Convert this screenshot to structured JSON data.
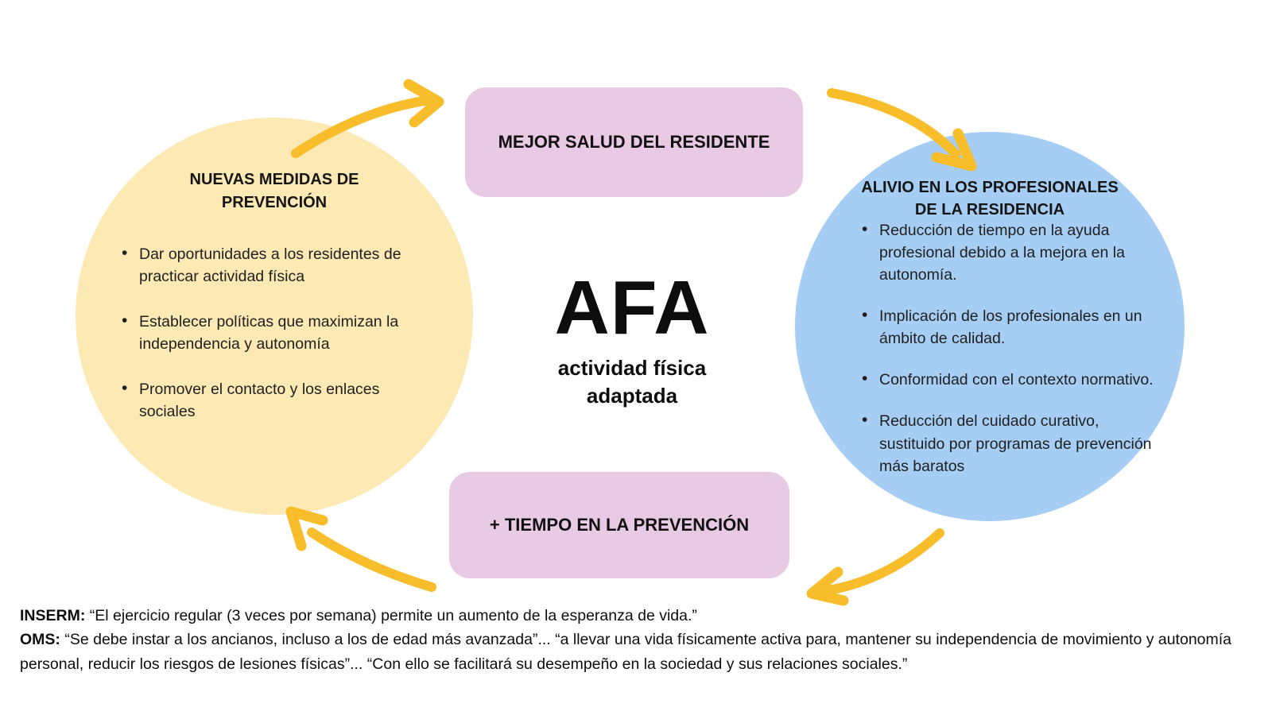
{
  "colors": {
    "yellow_circle": "#fce9b4",
    "blue_circle": "#a6cef4",
    "pink_box": "#e9cae4",
    "arrow": "#f7bd2b",
    "text": "#1c1c1c"
  },
  "prevention": {
    "title": "NUEVAS MEDIDAS DE PREVENCIÓN",
    "bullets": [
      "Dar oportunidades a los residentes de practicar actividad física",
      "Establecer políticas que maximizan la independencia y autonomía",
      "Promover el contacto y los enlaces sociales"
    ]
  },
  "relief": {
    "title": "ALIVIO EN LOS PROFESIONALES DE LA RESIDENCIA",
    "bullets": [
      "Reducción de tiempo en la ayuda profesional debido a la mejora en la autonomía.",
      "Implicación de los profesionales en un ámbito de calidad.",
      "Conformidad con el contexto normativo.",
      "Reducción del cuidado curativo, sustituido por programas de prevención más baratos"
    ]
  },
  "top_box": {
    "label": "MEJOR SALUD DEL RESIDENTE"
  },
  "bottom_box": {
    "label": "+ TIEMPO EN LA PREVENCIÓN"
  },
  "center": {
    "acronym": "AFA",
    "subtitle": "actividad física adaptada"
  },
  "footer": {
    "inserm_label": "INSERM:",
    "inserm_text": " “El ejercicio regular (3 veces por semana) permite un aumento de la esperanza de vida.”",
    "oms_label": "OMS:",
    "oms_text": " “Se debe instar a los ancianos, incluso a los de edad más avanzada”... “a llevar una vida físicamente activa para, mantener su independencia de movimiento y autonomía personal, reducir los riesgos de lesiones físicas”... “Con ello se facilitará su desempeño en la sociedad y sus relaciones sociales.”"
  }
}
